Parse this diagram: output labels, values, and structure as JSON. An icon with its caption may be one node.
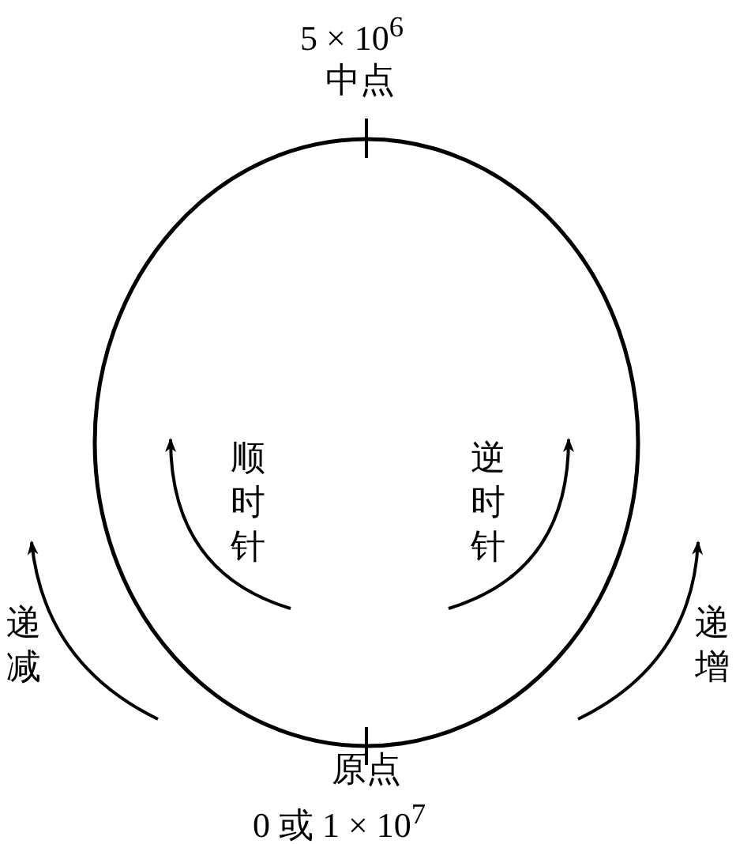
{
  "diagram": {
    "labels": [
      "5 × 10$^{6}$",
      "中点",
      "顺时针",
      "逆时针",
      "递减",
      "递增",
      "原点",
      "0 或 1 × 10$^{7}$"
    ]
  }
}
